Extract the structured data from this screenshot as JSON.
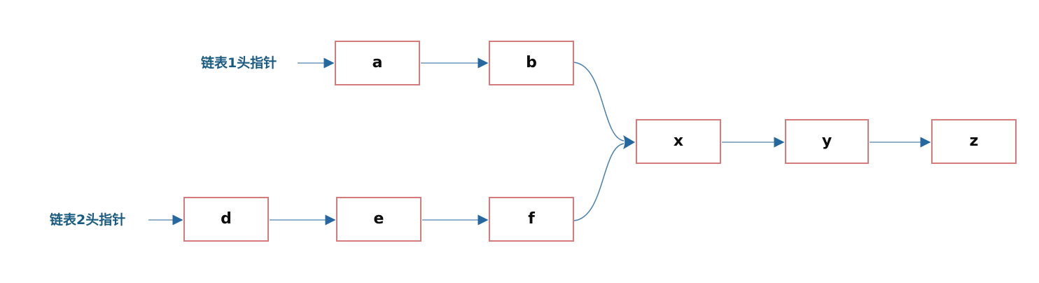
{
  "diagram": {
    "title": "merging-linked-lists-diagram",
    "list1_label": "链表1头指针",
    "list2_label": "链表2头指针",
    "nodes": {
      "a": "a",
      "b": "b",
      "d": "d",
      "e": "e",
      "f": "f",
      "x": "x",
      "y": "y",
      "z": "z"
    },
    "edges": [
      {
        "from": "链表1头指针",
        "to": "a"
      },
      {
        "from": "a",
        "to": "b"
      },
      {
        "from": "b",
        "to": "x"
      },
      {
        "from": "链表2头指针",
        "to": "d"
      },
      {
        "from": "d",
        "to": "e"
      },
      {
        "from": "e",
        "to": "f"
      },
      {
        "from": "f",
        "to": "x"
      },
      {
        "from": "x",
        "to": "y"
      },
      {
        "from": "y",
        "to": "z"
      }
    ],
    "colors": {
      "canvas_bg": "#ffffff",
      "box_border": "#d57b7b",
      "box_fill": "#ffffff",
      "node_text": "#0d0d0d",
      "pointer_label_text": "#1a5b82",
      "arrow_shaft": "#92b1cb",
      "arrow_head": "#2568a0",
      "merge_curve": "#4a80ae"
    }
  }
}
